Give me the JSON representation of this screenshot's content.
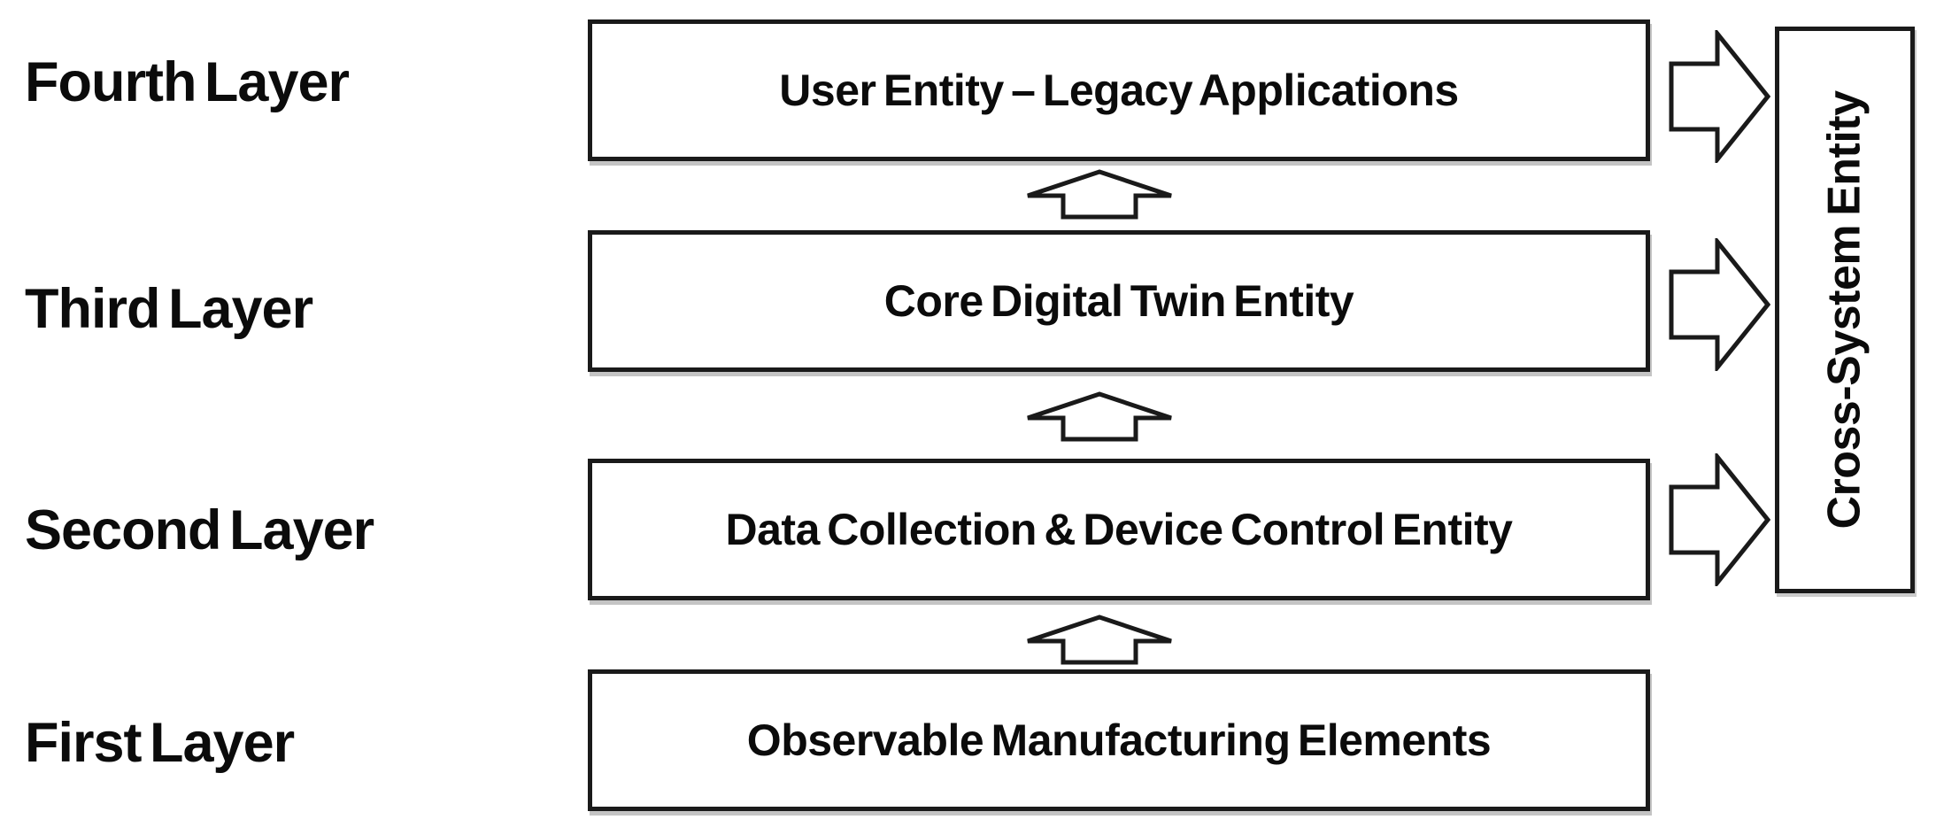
{
  "diagram": {
    "title_meaning": "Layered digital twin reference architecture",
    "layers": [
      {
        "label": "Fourth Layer",
        "box_title": "User Entity – Legacy Applications"
      },
      {
        "label": "Third Layer",
        "box_title": "Core Digital Twin Entity"
      },
      {
        "label": "Second Layer",
        "box_title": "Data Collection & Device Control Entity"
      },
      {
        "label": "First Layer",
        "box_title": "Observable Manufacturing Elements"
      }
    ],
    "cross_entity": {
      "label": "Cross-System Entity"
    },
    "icons": {
      "up_arrow": "hollow-block-arrow-up",
      "right_arrow": "hollow-block-arrow-right"
    },
    "colors": {
      "stroke": "#1a1a1a",
      "fill": "#ffffff",
      "text": "#0b0b0b",
      "background": "#ffffff"
    }
  }
}
